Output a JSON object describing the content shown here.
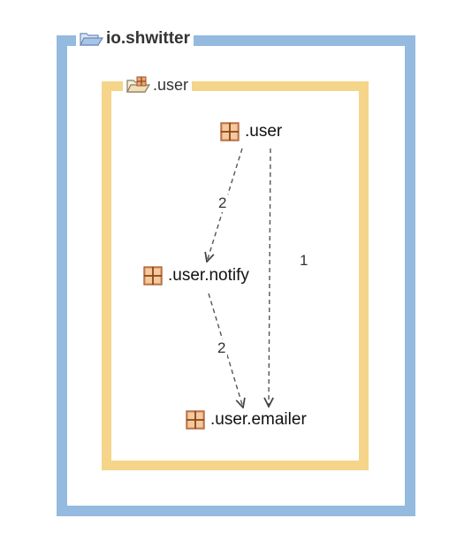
{
  "diagram": {
    "outer_package": {
      "title": "io.shwitter",
      "icon": "folder-open-icon",
      "border_color": "#94badf"
    },
    "inner_package": {
      "title": ".user",
      "icon": "folder-package-icon",
      "border_color": "#f5d58a"
    },
    "nodes": [
      {
        "id": "user",
        "label": ".user",
        "icon": "package-icon"
      },
      {
        "id": "notify",
        "label": ".user.notify",
        "icon": "package-icon"
      },
      {
        "id": "emailer",
        "label": ".user.emailer",
        "icon": "package-icon"
      }
    ],
    "edges": [
      {
        "from": ".user",
        "to": ".user.notify",
        "label": "2",
        "style": "dashed"
      },
      {
        "from": ".user",
        "to": ".user.emailer",
        "label": "1",
        "style": "dashed"
      },
      {
        "from": ".user.notify",
        "to": ".user.emailer",
        "label": "2",
        "style": "dashed"
      }
    ]
  }
}
